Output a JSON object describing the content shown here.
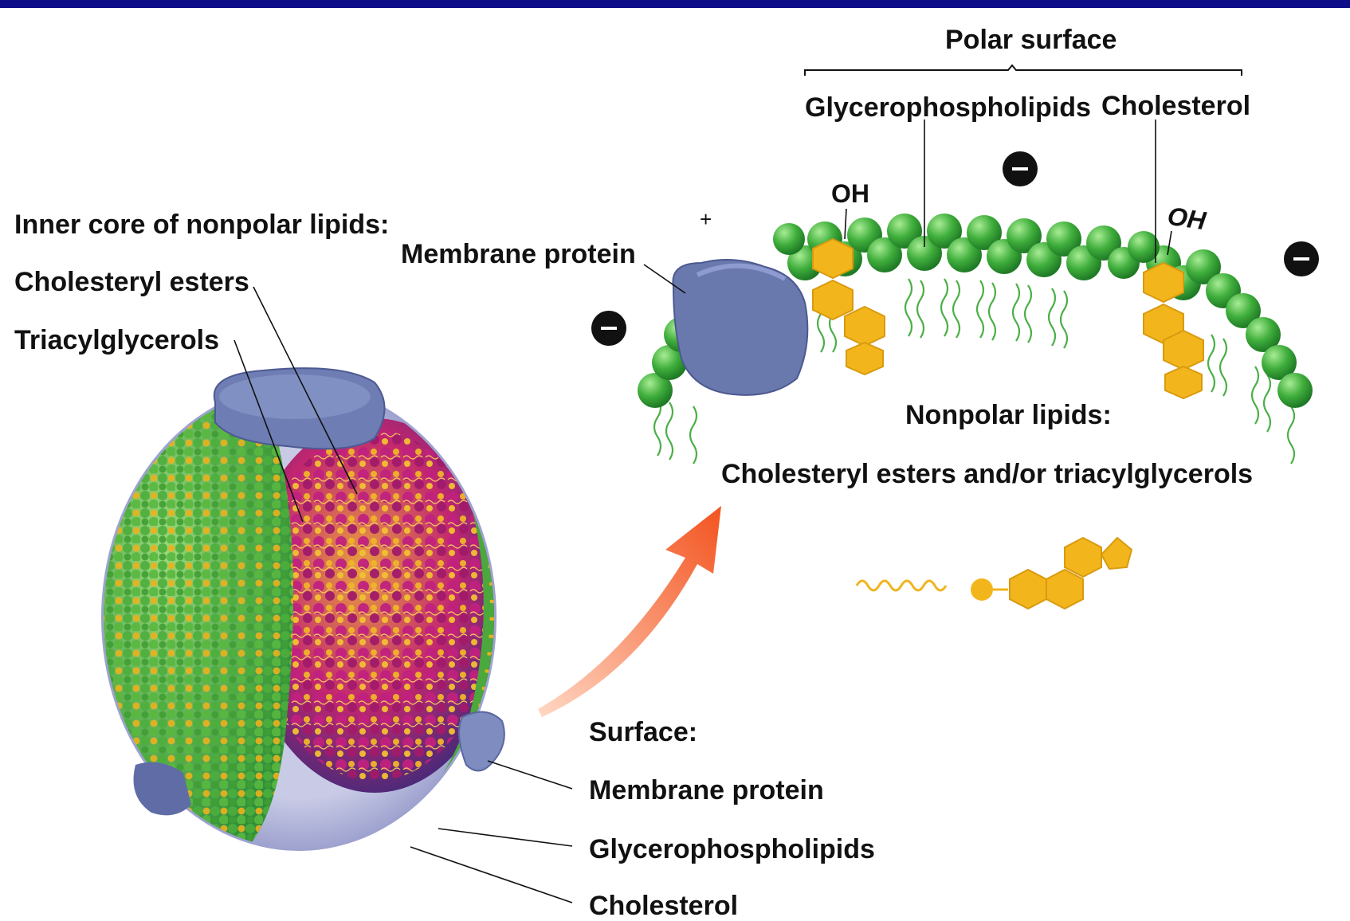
{
  "colors": {
    "top_bar": "#0d0d8a",
    "phospholipid_head": "#3aa63a",
    "phospholipid_head_light": "#7fd86f",
    "cholesterol": "#f2b61c",
    "membrane_protein": "#6a79ad",
    "core_lipid": "#c8217f",
    "arrow": "#f36b3b",
    "text": "#111111"
  },
  "labels": {
    "inner_core_title": "Inner core of nonpolar lipids:",
    "inner_cholesteryl_esters": "Cholesteryl esters",
    "inner_triacylglycerols": "Triacylglycerols",
    "membrane_protein_top": "Membrane protein",
    "polar_surface": "Polar surface",
    "glycerophospholipids_top": "Glycerophospholipids",
    "cholesterol_top": "Cholesterol",
    "oh_1": "OH",
    "oh_2": "OH",
    "plus_charge": "+",
    "nonpolar_lipids_title": "Nonpolar lipids:",
    "nonpolar_lipids_text": "Cholesteryl esters and/or triacylglycerols",
    "surface_title": "Surface:",
    "surface_membrane_protein": "Membrane protein",
    "surface_glycerophospholipids": "Glycerophospholipids",
    "surface_cholesterol": "Cholesterol"
  },
  "icons": {
    "negative_charge": "minus-sign-in-black-circle",
    "positive_charge": "plus-sign",
    "cholesterol_molecule": "fused-hexagon-rings",
    "phospholipid": "sphere-with-wavy-tails"
  }
}
